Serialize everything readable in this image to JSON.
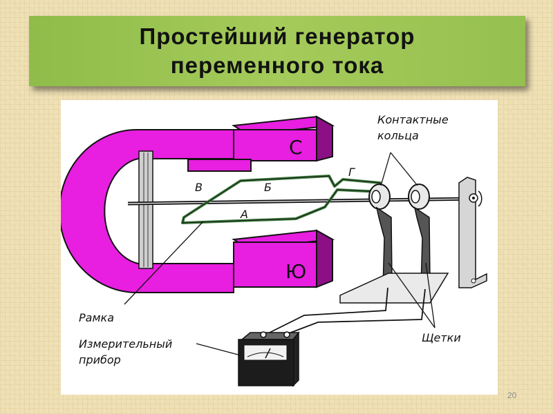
{
  "title": {
    "line1": "Простейший генератор",
    "line2": "переменного тока"
  },
  "diagram": {
    "pole_north": "С",
    "pole_south": "Ю",
    "frame_sides": {
      "a": "А",
      "b": "Б",
      "v": "В",
      "g": "Г"
    },
    "label_rings_1": "Контактные",
    "label_rings_2": "кольца",
    "label_frame": "Рамка",
    "label_meter_1": "Измерительный",
    "label_meter_2": "прибор",
    "label_brushes": "Щетки"
  },
  "page_number": "20",
  "colors": {
    "magnet": "#e81ee0",
    "frame_wire": "#3d7a3d",
    "title_banner": "#a5cb5a"
  }
}
